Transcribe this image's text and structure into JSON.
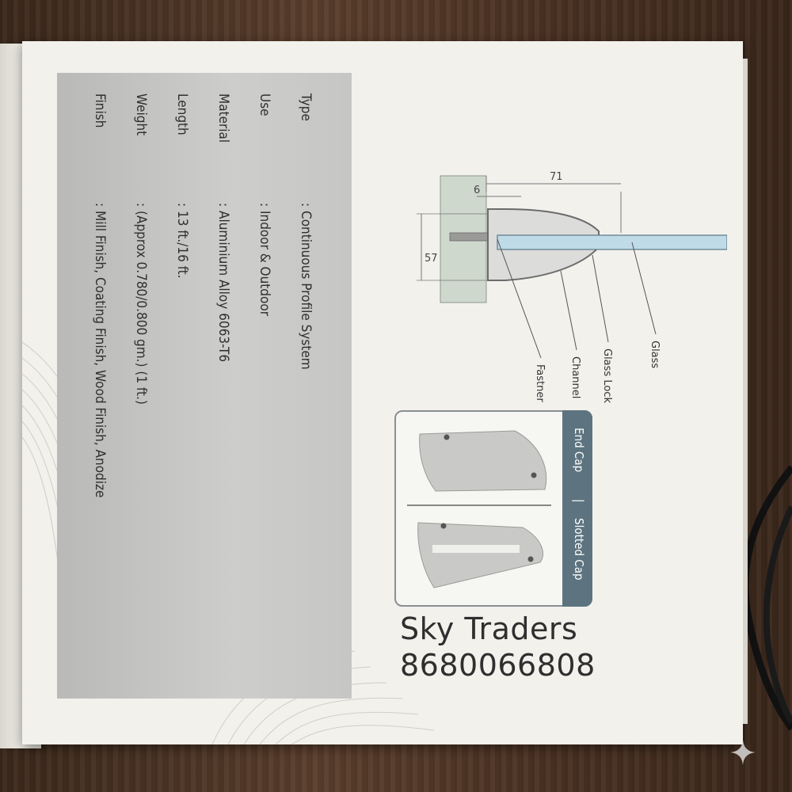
{
  "specs": [
    {
      "key": "Type",
      "value": ": Continuous Profile System"
    },
    {
      "key": "Use",
      "value": ": Indoor & Outdoor"
    },
    {
      "key": "Material",
      "value": ": Aluminium Alloy 6063-T6"
    },
    {
      "key": "Length",
      "value": ": 13 ft./16 ft."
    },
    {
      "key": "Weight",
      "value": ": (Approx 0.780/0.800 gm.) (1 ft.)"
    },
    {
      "key": "Finish",
      "value": ": Mill Finish, Coating Finish, Wood Finish, Anodize"
    }
  ],
  "diagram": {
    "dim_top": "71",
    "dim_small": "6",
    "dim_side": "57",
    "labels": [
      "Glass",
      "Glass Lock",
      "Channel",
      "Fastner"
    ]
  },
  "caps": {
    "end_cap_label": "End Cap",
    "slotted_cap_label": "Slotted Cap",
    "separator": "|"
  },
  "brand": {
    "name": "Sky Traders",
    "phone": "8680066808"
  },
  "colors": {
    "panel": "#c6c6c4",
    "cap_band": "#5d7480",
    "glass": "#bfdbe8",
    "wall": "#cfd8cc"
  }
}
